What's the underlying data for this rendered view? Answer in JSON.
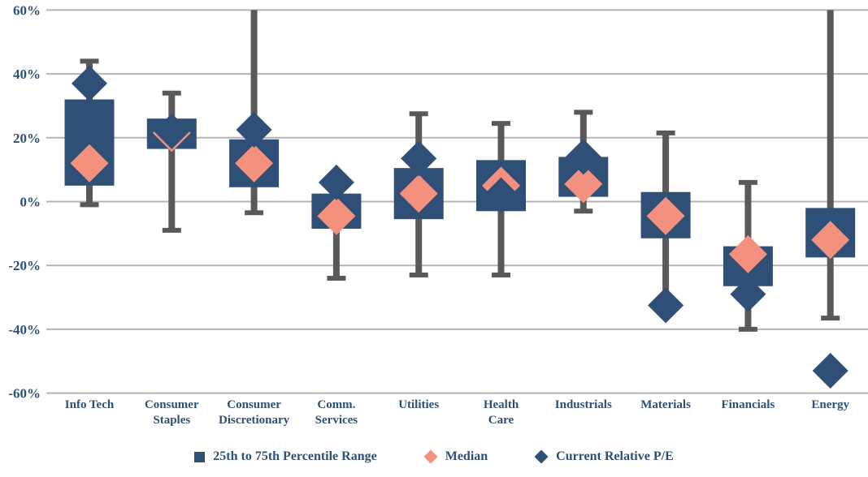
{
  "chart_data": {
    "type": "boxplot",
    "title": "",
    "unit": "%",
    "y_axis": {
      "ticks": [
        "60%",
        "40%",
        "20%",
        "0%",
        "-20%",
        "-40%",
        "-60%"
      ],
      "tick_values": [
        60,
        40,
        20,
        0,
        -20,
        -40,
        -60
      ],
      "min": -60,
      "max": 60,
      "grid": true
    },
    "legend": [
      {
        "label": "25th to 75th Percentile Range",
        "marker": "square",
        "color": "#2E5077"
      },
      {
        "label": "Median",
        "marker": "diamond",
        "color": "#F4907E"
      },
      {
        "label": "Current Relative P/E",
        "marker": "diamond",
        "color": "#2E5077"
      }
    ],
    "series": [
      {
        "label": "Info Tech",
        "label_lines": [
          "Info Tech"
        ],
        "whisker_min": -1,
        "p25": 5,
        "median": 12,
        "p75": 32,
        "current_pe": 37,
        "whisker_max": 44,
        "max_clipped": false
      },
      {
        "label": "Consumer Staples",
        "label_lines": [
          "Consumer",
          "Staples"
        ],
        "whisker_min": -9,
        "p25": 16.5,
        "median": 21.5,
        "p75": 26,
        "current_pe": 22,
        "whisker_max": 34,
        "max_clipped": false
      },
      {
        "label": "Consumer Discretionary",
        "label_lines": [
          "Consumer",
          "Discretionary"
        ],
        "whisker_min": -3.5,
        "p25": 4.5,
        "median": 12,
        "p75": 19.5,
        "current_pe": 22.5,
        "whisker_max": 60,
        "max_clipped": true
      },
      {
        "label": "Comm. Services",
        "label_lines": [
          "Comm.",
          "Services"
        ],
        "whisker_min": -24,
        "p25": -8.5,
        "median": -4.5,
        "p75": 2.5,
        "current_pe": 6,
        "whisker_max": 7,
        "max_clipped": false
      },
      {
        "label": "Utilities",
        "label_lines": [
          "Utilities"
        ],
        "whisker_min": -23,
        "p25": -5.5,
        "median": 2.5,
        "p75": 10.5,
        "current_pe": 13.5,
        "whisker_max": 27.5,
        "max_clipped": false
      },
      {
        "label": "Health Care",
        "label_lines": [
          "Health",
          "Care"
        ],
        "whisker_min": -23,
        "p25": -3,
        "median": 5,
        "p75": 13,
        "current_pe": 2,
        "whisker_max": 24.5,
        "max_clipped": false
      },
      {
        "label": "Industrials",
        "label_lines": [
          "Industrials"
        ],
        "whisker_min": -3,
        "p25": 1.5,
        "median": 5.5,
        "p75": 14,
        "current_pe": 14,
        "whisker_max": 28,
        "max_clipped": false
      },
      {
        "label": "Materials",
        "label_lines": [
          "Materials"
        ],
        "whisker_min": -31,
        "p25": -11.5,
        "median": -4.5,
        "p75": 3,
        "current_pe": -32.5,
        "whisker_max": 21.5,
        "max_clipped": false
      },
      {
        "label": "Financials",
        "label_lines": [
          "Financials"
        ],
        "whisker_min": -40,
        "p25": -26.5,
        "median": -16.5,
        "p75": -14,
        "current_pe": -29,
        "whisker_max": 6,
        "max_clipped": false
      },
      {
        "label": "Energy",
        "label_lines": [
          "Energy"
        ],
        "whisker_min": -36.5,
        "p25": -17.5,
        "median": -12,
        "p75": -2,
        "current_pe": -53,
        "whisker_max": 60,
        "max_clipped": true
      }
    ],
    "colors": {
      "box": "#2E5077",
      "median": "#F4907E",
      "current": "#2E5077",
      "whisker": "#595959",
      "gridline": "#B3B3B3",
      "axis_text": "#2E5077"
    }
  }
}
